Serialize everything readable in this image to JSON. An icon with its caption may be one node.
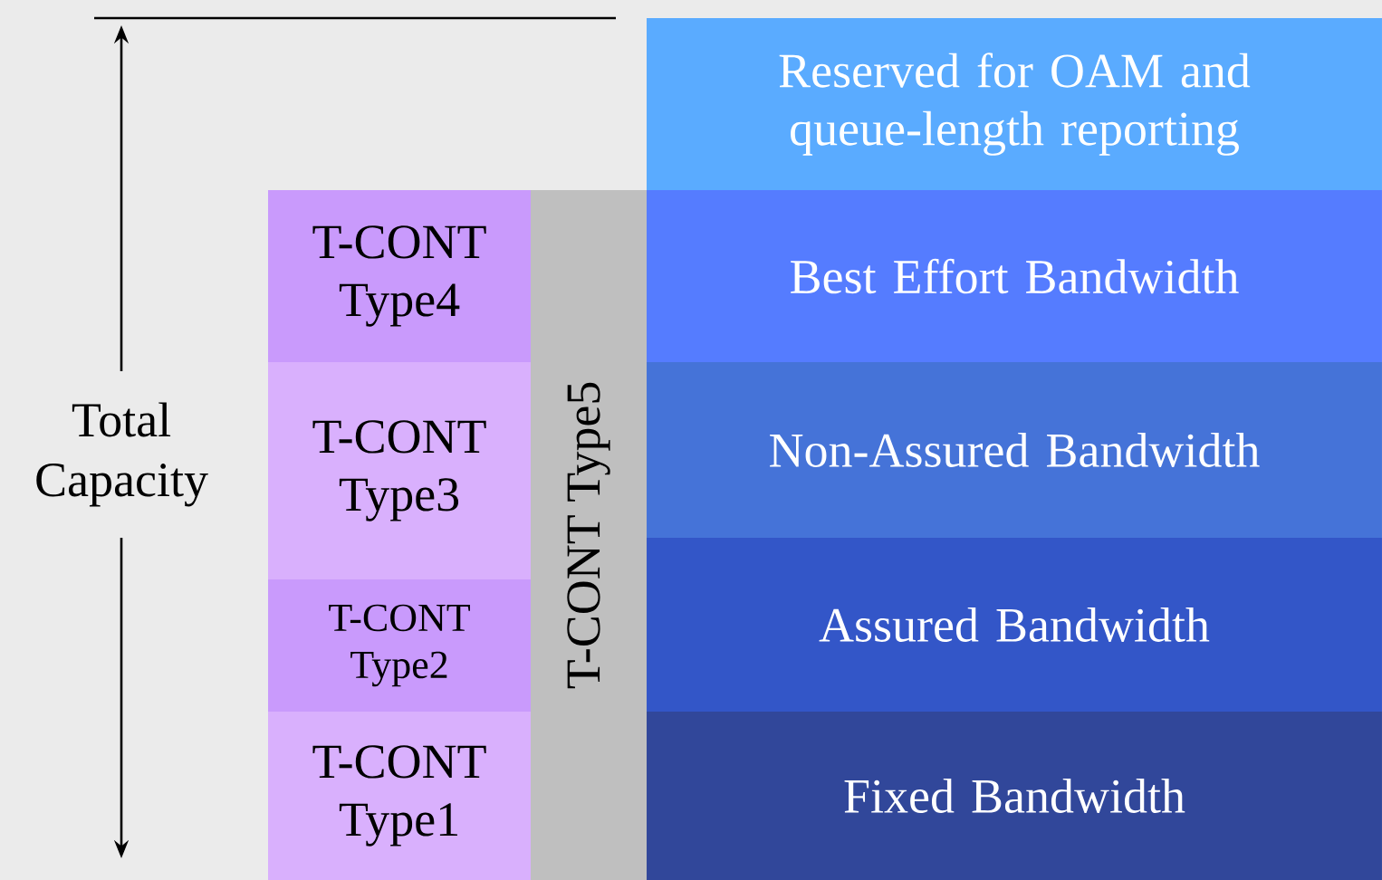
{
  "diagram": {
    "nodes": [
      {
        "text": [
          "Reserved for OAM and queue-length reporting"
        ]
      },
      {
        "text": [
          "T-CONT Type4"
        ]
      },
      {
        "text": [
          "T-CONT Type5"
        ]
      },
      {
        "text": [
          "Best Effort Bandwidth"
        ]
      },
      {
        "text": [
          "T-CONT Type3"
        ]
      },
      {
        "text": [
          "Non-Assured Bandwidth"
        ]
      },
      {
        "text": [
          "T-CONT Type2"
        ]
      },
      {
        "text": [
          "Assured Bandwidth"
        ]
      },
      {
        "text": [
          "T-CONT Type1"
        ]
      },
      {
        "text": [
          "Fixed Bandwidth"
        ]
      }
    ],
    "labels": [
      "Total Capacity"
    ]
  }
}
